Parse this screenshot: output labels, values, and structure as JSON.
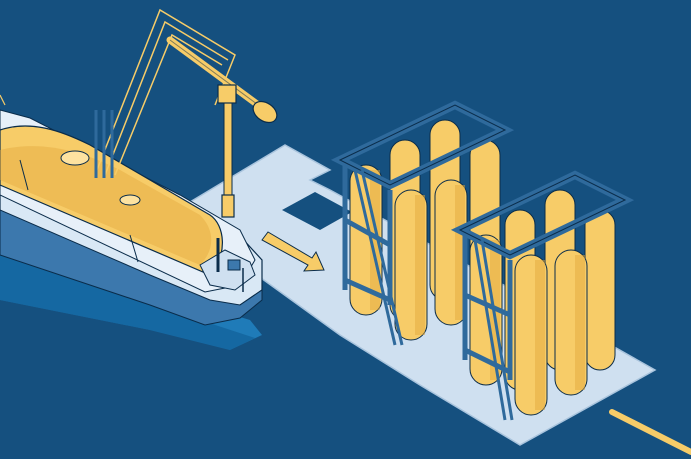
{
  "illustration": {
    "palette": {
      "ocean": "#15507f",
      "water": "#1f7bb8",
      "water_dark": "#0f5c93",
      "pier": "#cfe0f0",
      "pier_edge": "#a9c4dd",
      "tank": "#f7cc68",
      "tank_shade": "#e3a93d",
      "tank_light": "#fde2a0",
      "steel": "#2f6a9c",
      "steel_light": "#6b9cc8",
      "outline": "#0a2c4a",
      "hull": "#d9e8f5",
      "hull_dark": "#3c78ad",
      "crane_line": "#f7cc68",
      "arrow": "#f7cc68",
      "pipe": "#f7cc68"
    },
    "icons": [
      "lng-carrier-ship",
      "unloading-arm-crane",
      "flow-arrow-icon",
      "storage-tank-cluster",
      "pipeline"
    ]
  }
}
